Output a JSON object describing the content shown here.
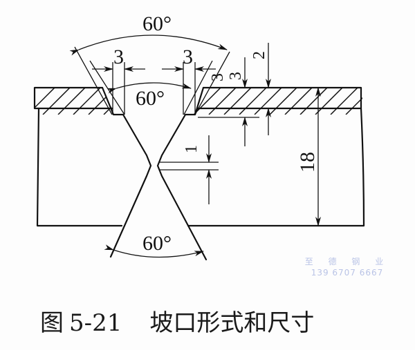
{
  "figure": {
    "caption_label": "图",
    "caption_number": "5-21",
    "caption_title": "坡口形式和尺寸"
  },
  "diagram": {
    "type": "welding-groove-cross-section",
    "groove_type": "double-V (X) groove with top plate",
    "dimensions": {
      "top_outer_angle": "60°",
      "top_inner_angle": "60°",
      "bottom_angle": "60°",
      "left_land_width": "3",
      "right_land_width": "3",
      "root_gap_dim": "1",
      "top_plate_dim_3": "3",
      "top_plate_dim_2": "2",
      "bevel_offset": "3",
      "plate_thickness": "18"
    }
  },
  "watermark": {
    "name": "至 德 钢 业",
    "phone": "139 6707 6667",
    "color": "#b9c3e6"
  }
}
